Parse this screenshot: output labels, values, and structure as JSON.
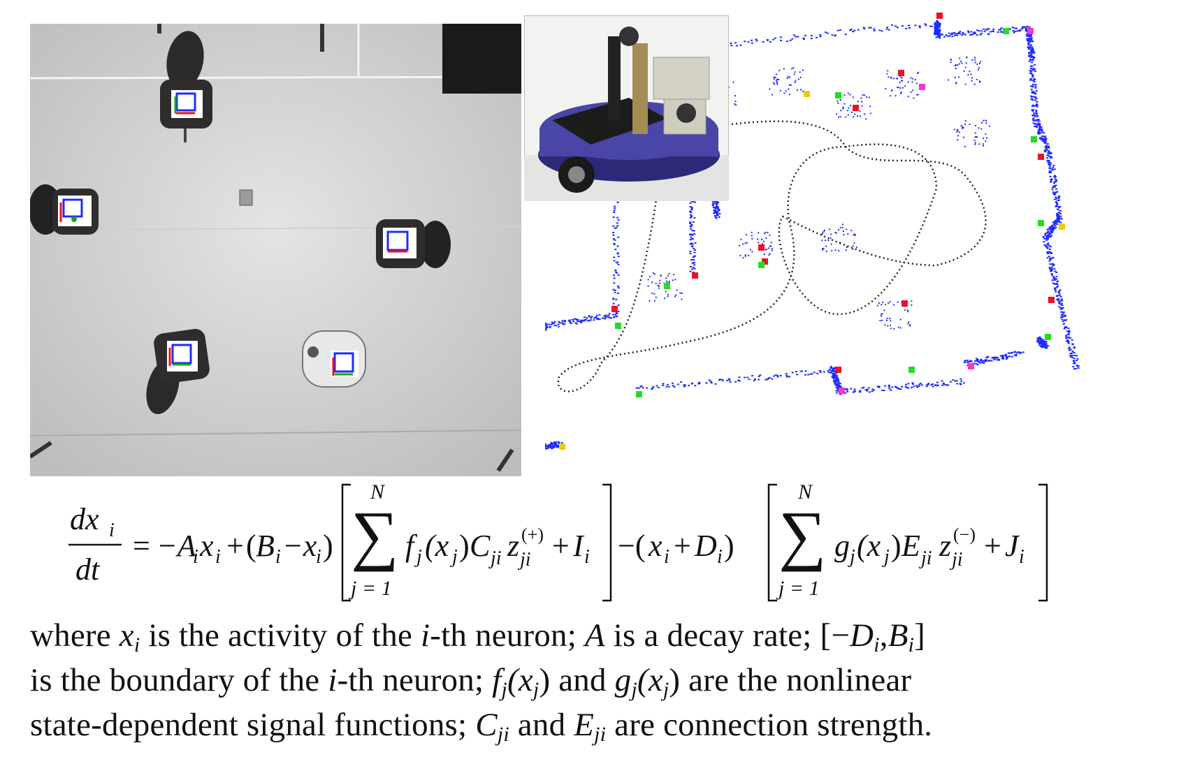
{
  "figure": {
    "overhead_photo_alt": "overhead camera view",
    "robot_photo_alt": "mobile robot",
    "map_alt": "point map with trajectory"
  },
  "colors": {
    "map_points": "#1f2bff",
    "trajectory": "#222222",
    "landmark_red": "#ee1122",
    "landmark_green": "#22dd22",
    "landmark_magenta": "#ff33cc",
    "landmark_yellow": "#eecc00",
    "floor": "#d8d8d8",
    "robot_body": "#4a46a8"
  },
  "equation": {
    "numerator": "dx",
    "numerator_sub": "i",
    "denominator": "dt",
    "eq": "=",
    "term_minus_A": "−A",
    "A_sub": "i",
    "x": "x",
    "x_sub": "i",
    "plus": "+",
    "open_paren": "(",
    "B": "B",
    "B_sub": "i",
    "minus_x": "−x",
    "close_paren": ")",
    "sum_upper": "N",
    "sum_lower": "j = 1",
    "f_term": "f",
    "f_sub": "j",
    "xj": "(x",
    "xj_sub": "j",
    "xj_close": ")",
    "C": "C",
    "C_sub": "ji",
    "z": "z",
    "z_sub": "ji",
    "z_plus_sup": "(+)",
    "I": "I",
    "I_sub": "i",
    "minus_open": "−(",
    "D": "D",
    "D_sub": "i",
    "g_term": "g",
    "g_sub": "j",
    "E": "E",
    "E_sub": "ji",
    "z_minus_sup": "(−)",
    "J": "J",
    "J_sub": "i"
  },
  "paragraph": {
    "l1_a": "where ",
    "l1_x": "x",
    "l1_x_sub": "i",
    "l1_b": " is the activity of the ",
    "l1_i": "i",
    "l1_c": "-th neuron; ",
    "l1_A": "A",
    "l1_d": " is a decay rate; [−",
    "l1_D": "D",
    "l1_D_sub": "i",
    "l1_comma": ",",
    "l1_B": "B",
    "l1_B_sub": "i",
    "l1_end": "]",
    "l2_a": "is the boundary of the ",
    "l2_i": "i",
    "l2_b": "-th neuron; ",
    "l2_f": "f",
    "l2_f_sub": "j",
    "l2_fx": "(x",
    "l2_fx_sub": "j",
    "l2_c": ") and ",
    "l2_g": "g",
    "l2_g_sub": "j",
    "l2_gx": "(x",
    "l2_gx_sub": "j",
    "l2_d": ") are the nonlinear",
    "l3_a": "state-dependent signal functions; ",
    "l3_C": "C",
    "l3_C_sub": "ji",
    "l3_b": " and ",
    "l3_E": "E",
    "l3_E_sub": "ji",
    "l3_c": " are connection strength."
  }
}
